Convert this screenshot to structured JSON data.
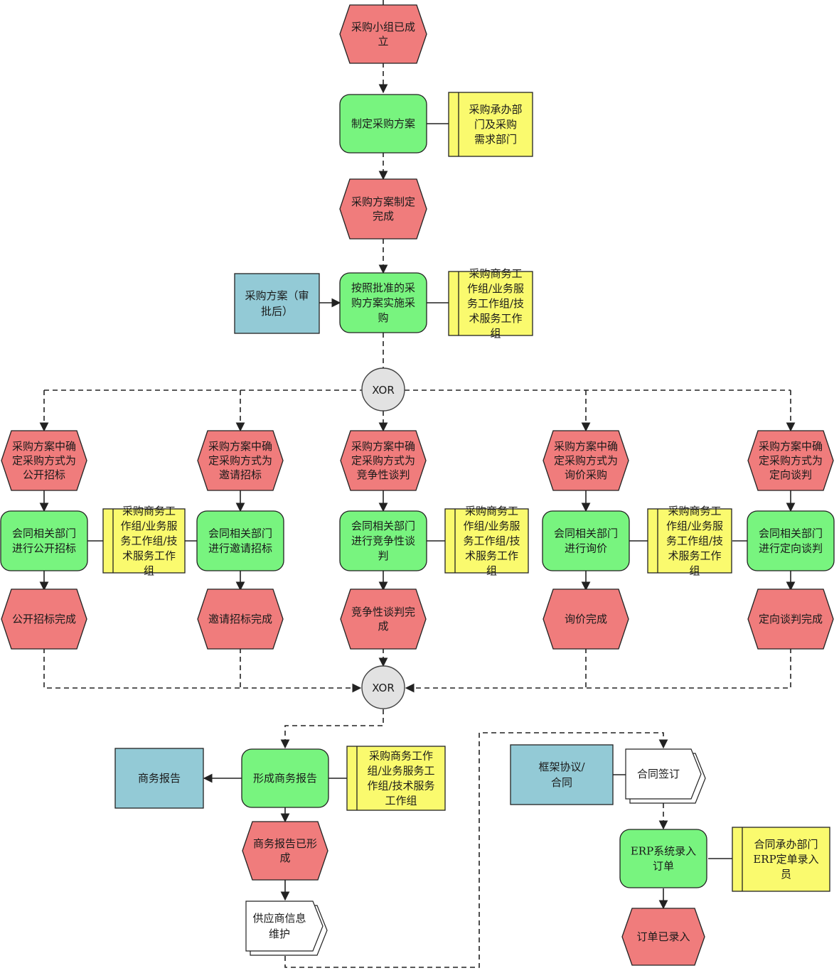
{
  "colors": {
    "event": "#f07c7c",
    "function": "#78f47f",
    "organization": "#fafa6e",
    "information": "#93cad6",
    "gateway": "#e2e2e2"
  },
  "events": {
    "e1": [
      "采购小组已成",
      "立"
    ],
    "e2": [
      "采购方案制定",
      "完成"
    ],
    "b1_start": [
      "采购方案中确",
      "定采购方式为",
      "公开招标"
    ],
    "b2_start": [
      "采购方案中确",
      "定采购方式为",
      "邀请招标"
    ],
    "b3_start": [
      "采购方案中确",
      "定采购方式为",
      "竞争性谈判"
    ],
    "b4_start": [
      "采购方案中确",
      "定采购方式为",
      "询价采购"
    ],
    "b5_start": [
      "采购方案中确",
      "定采购方式为",
      "定向谈判"
    ],
    "b1_end": [
      "公开招标完成"
    ],
    "b2_end": [
      "邀请招标完成"
    ],
    "b3_end": [
      "竞争性谈判完",
      "成"
    ],
    "b4_end": [
      "询价完成"
    ],
    "b5_end": [
      "定向谈判完成"
    ],
    "report_done": [
      "商务报告已形",
      "成"
    ],
    "order_done": [
      "订单已录入"
    ]
  },
  "functions": {
    "f1": [
      "制定采购方案"
    ],
    "f2": [
      "按照批准的采",
      "购方案实施采",
      "购"
    ],
    "b1": [
      "会同相关部门",
      "进行公开招标"
    ],
    "b2": [
      "会同相关部门",
      "进行邀请招标"
    ],
    "b3": [
      "会同相关部门",
      "进行竞争性谈",
      "判"
    ],
    "b4": [
      "会同相关部门",
      "进行询价"
    ],
    "b5": [
      "会同相关部门",
      "进行定向谈判"
    ],
    "report": [
      "形成商务报告"
    ],
    "erp": [
      "ERP系统录入",
      "订单"
    ]
  },
  "orgs": {
    "o1": [
      "采购承办部",
      "门及采购",
      "需求部门"
    ],
    "o2": [
      "采购商务工",
      "作组/业务服",
      "务工作组/技",
      "术服务工作",
      "组"
    ],
    "o3": [
      "采购商务工",
      "作组/业务服",
      "务工作组/技",
      "术服务工作",
      "组"
    ],
    "o4": [
      "采购商务工",
      "作组/业务服",
      "务工作组/技",
      "术服务工作",
      "组"
    ],
    "o5": [
      "采购商务工",
      "作组/业务服",
      "务工作组/技",
      "术服务工作",
      "组"
    ],
    "o6": [
      "采购商务工作",
      "组/业务服务工",
      "作组/技术服务",
      "工作组"
    ],
    "o7": [
      "合同承办部门",
      "ERP定单录入",
      "员"
    ]
  },
  "infos": {
    "plan": [
      "采购方案（审",
      "批后）"
    ],
    "report_doc": [
      "商务报告"
    ],
    "framework": [
      "框架协议/",
      "合同"
    ]
  },
  "documents": {
    "supplier": [
      "供应商信息",
      "维护"
    ],
    "contract": [
      "合同签订"
    ]
  },
  "gateways": {
    "xor1": "XOR",
    "xor2": "XOR"
  }
}
